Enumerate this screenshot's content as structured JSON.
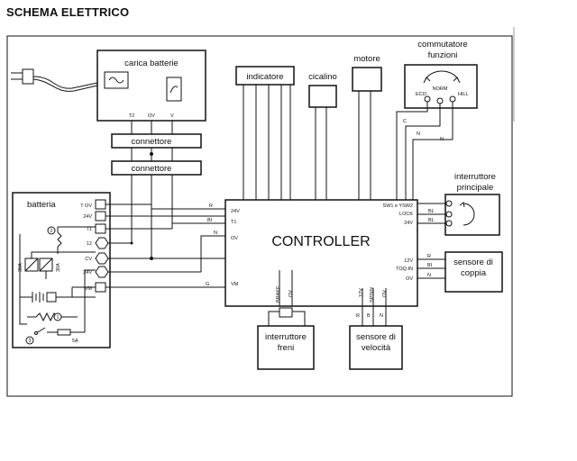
{
  "title": "SCHEMA ELETTRICO",
  "charger": {
    "label": "carica batterie",
    "pins": [
      "T2",
      "OV",
      "V"
    ]
  },
  "connectors": {
    "top": "connettore",
    "bottom": "connettore"
  },
  "indicator": {
    "label": "indicatore"
  },
  "buzzer": {
    "label": "cicalino"
  },
  "motor": {
    "label": "motore"
  },
  "function_switch": {
    "label_line1": "commutatore",
    "label_line2": "funzioni",
    "positions": [
      "ECO",
      "NORM",
      "HILL"
    ]
  },
  "battery": {
    "label": "batteria",
    "terminals": [
      "T OV",
      "24V",
      "T1",
      "12",
      "CV",
      "24V",
      "VM"
    ],
    "fuse_labels": [
      "30A",
      "30A"
    ],
    "small_fuse": "5A",
    "markers": [
      "2",
      "1",
      "3"
    ]
  },
  "controller": {
    "label": "CONTROLLER",
    "left_pins": [
      "24V",
      "T1",
      "OV",
      "VM"
    ],
    "right_top_pins": [
      "SW1 e YSW2",
      "LOCK",
      "24V"
    ],
    "right_bottom_pins": [
      "12V",
      "TOQ.IN",
      "OV"
    ],
    "bottom_pins": [
      "BRAKE",
      "OV",
      "12V",
      "SPDIN",
      "OV"
    ]
  },
  "main_switch": {
    "label_line1": "interruttore",
    "label_line2": "principale"
  },
  "torque_sensor": {
    "label_line1": "sensore di",
    "label_line2": "coppia"
  },
  "brake_switch": {
    "label_line1": "interruttore",
    "label_line2": "freni"
  },
  "speed_sensor": {
    "label_line1": "sensore di",
    "label_line2": "velocità"
  },
  "wire_labels": [
    "R",
    "BI",
    "N",
    "G",
    "C",
    "N",
    "N",
    "BL",
    "BL",
    "R",
    "BI",
    "N",
    "R",
    "B",
    "N"
  ]
}
